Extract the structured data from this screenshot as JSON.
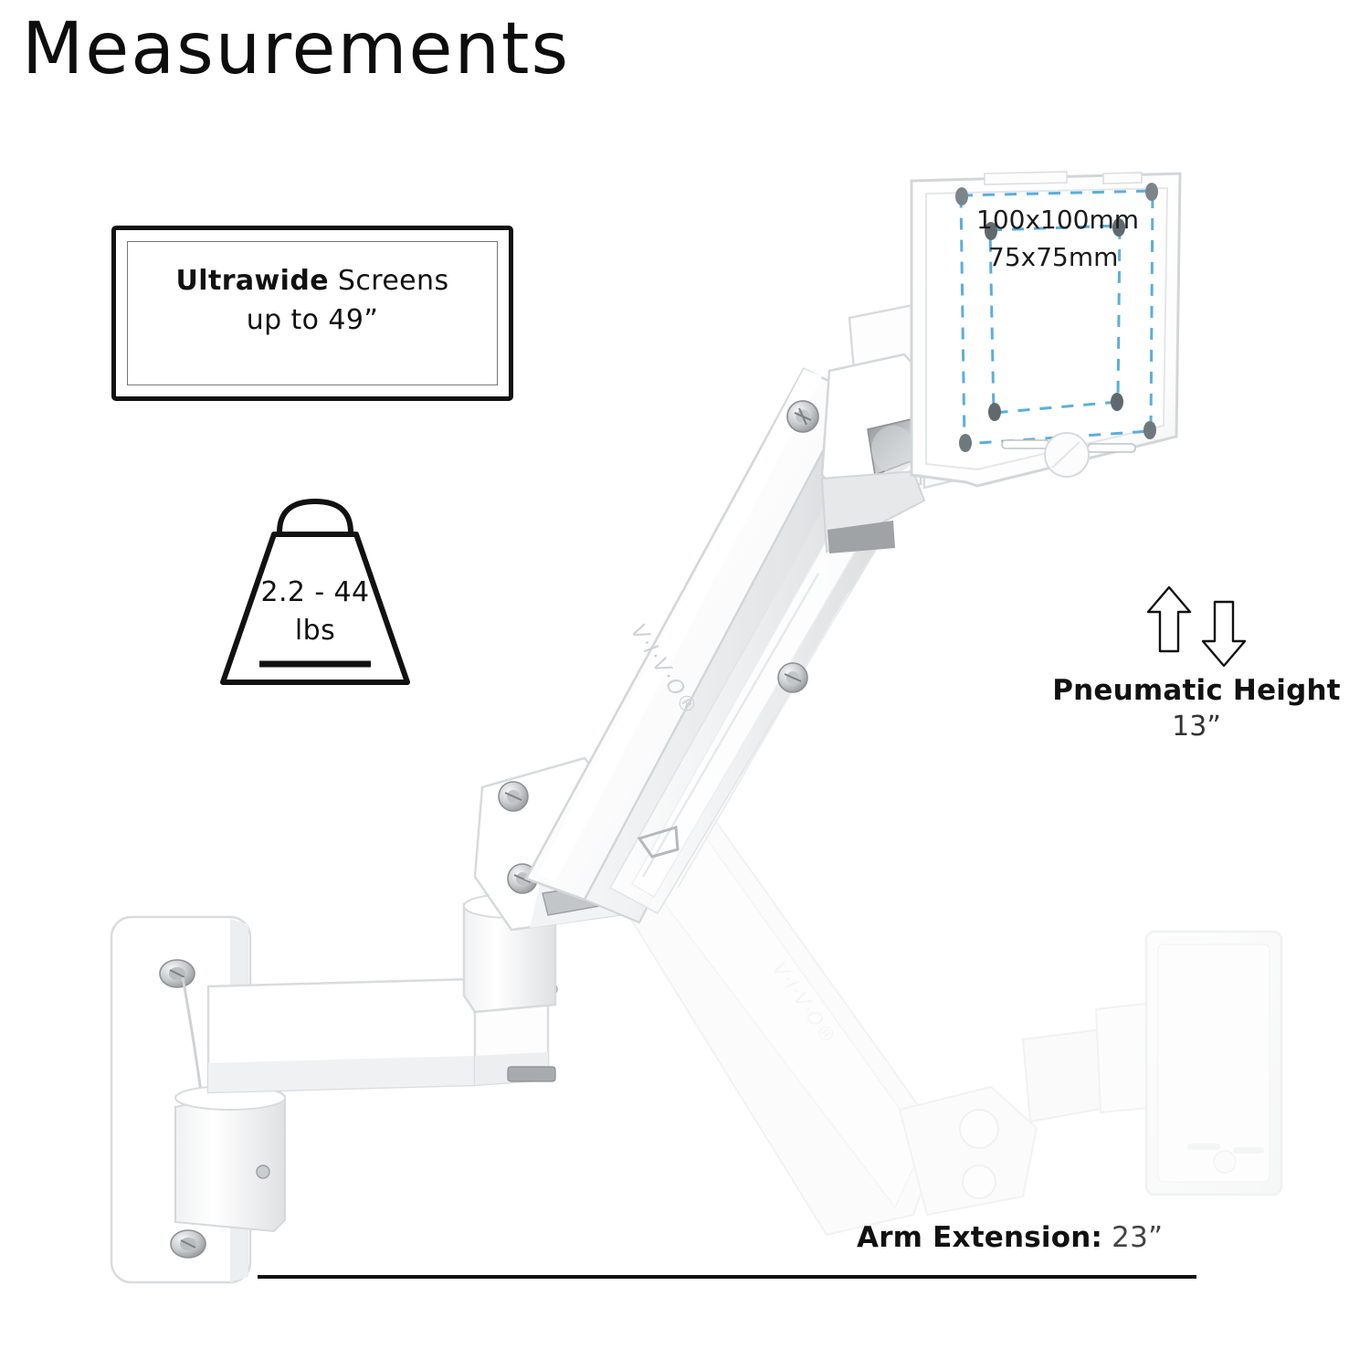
{
  "page": {
    "title": "Measurements",
    "background": "#ffffff",
    "ink": "#111111"
  },
  "callouts": {
    "ultrawide": {
      "name": "ultrawide-screens-box",
      "line1_strong": "Ultrawide",
      "line1_rest": " Screens",
      "line2": "up to 49”"
    },
    "weight": {
      "name": "weight-capacity-icon",
      "line1": "2.2 - 44",
      "line2": "lbs"
    },
    "pneumatic": {
      "name": "pneumatic-height-callout",
      "label": "Pneumatic Height",
      "value": "13”",
      "up_icon": "arrow-up-icon",
      "down_icon": "arrow-down-icon"
    },
    "arm_extension": {
      "name": "arm-extension-callout",
      "label": "Arm Extension:",
      "value": "23”"
    }
  },
  "vesa": {
    "pattern_large": "100x100mm",
    "pattern_small": "75x75mm",
    "dash_color": "#5BAEDB"
  },
  "brand": {
    "logo_text": "V·I·V·O",
    "registered_mark": "®"
  },
  "product": {
    "name": "wall-mount-pneumatic-monitor-arm",
    "colors": {
      "body": "#ffffff",
      "edge": "#d8dadc",
      "shade_light": "#f1f2f3",
      "shade_mid": "#dfe1e3",
      "shade_dark": "#b9bcbf",
      "metal": "#8e9295",
      "ghost": "#fbfbfb",
      "ghost_edge": "#f2f2f2"
    }
  }
}
